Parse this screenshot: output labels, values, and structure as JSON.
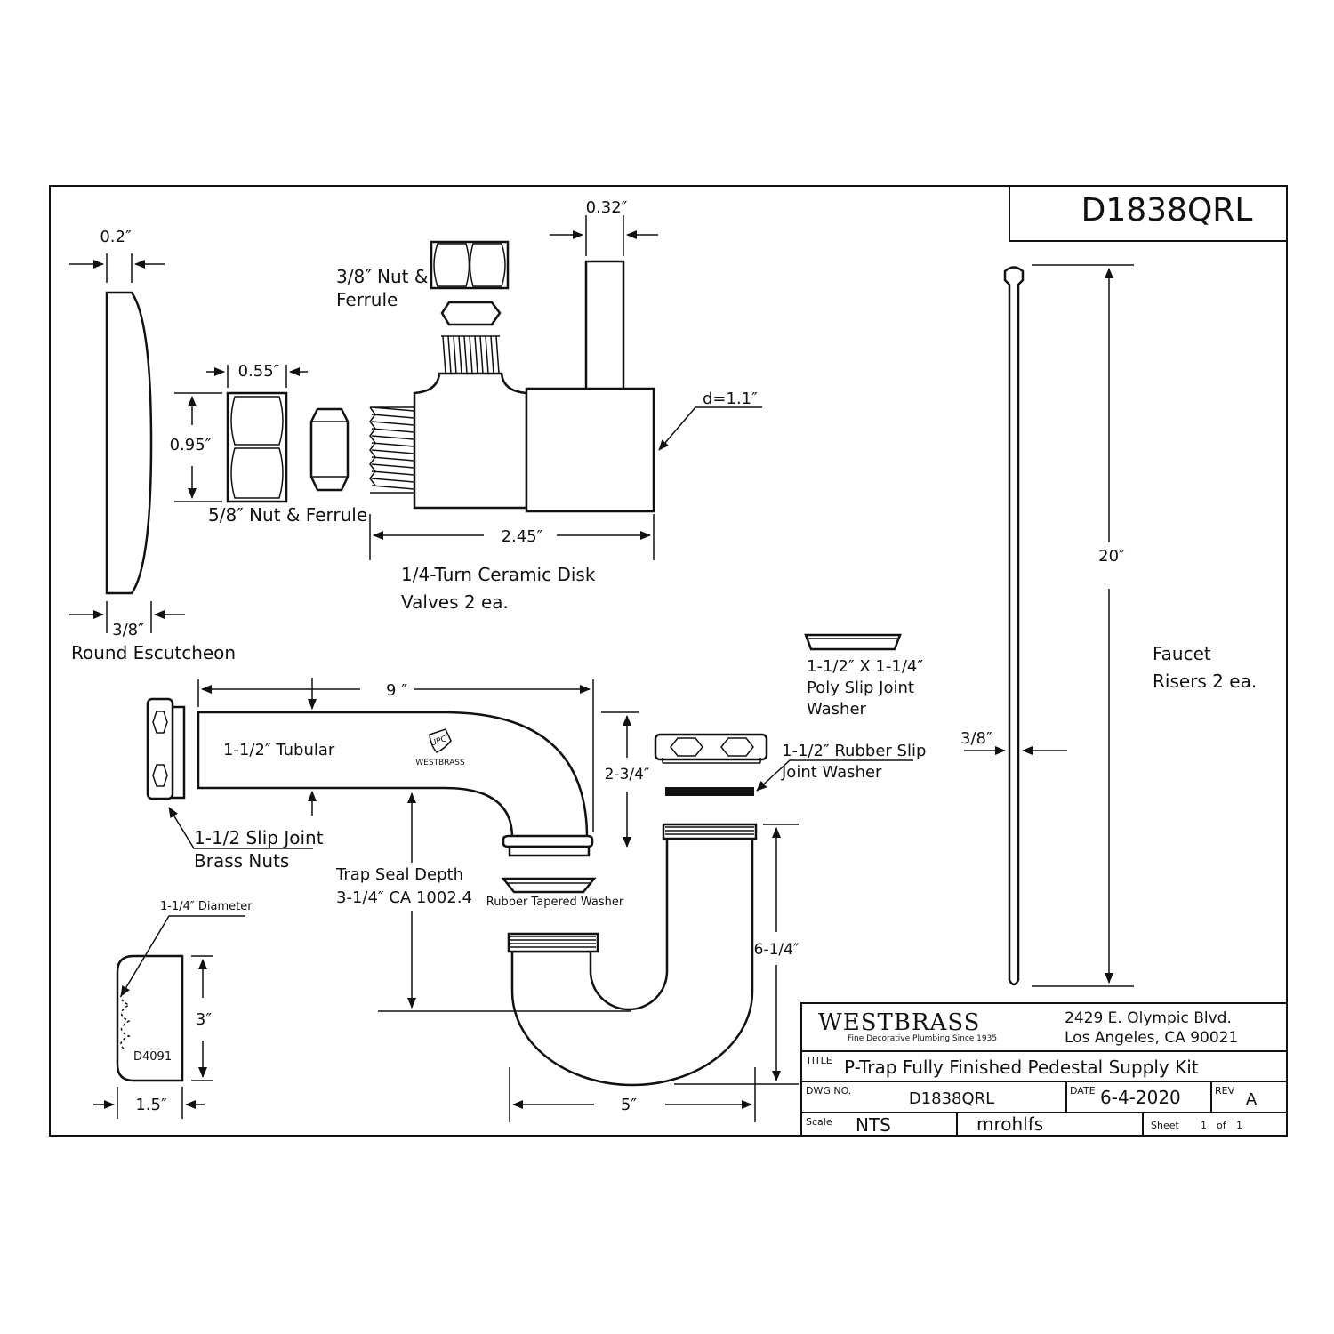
{
  "drawing_code": "D1838QRL",
  "parts": {
    "escutcheon": {
      "name": "Round Escutcheon",
      "thickness": "0.2″",
      "depth": "3/8″"
    },
    "nut_ferrule_large": {
      "name": "5/8″ Nut & Ferrule",
      "width": "0.55″",
      "height": "0.95″"
    },
    "nut_ferrule_small": {
      "name_line1": "3/8″ Nut &",
      "name_line2": "Ferrule"
    },
    "valve": {
      "name_line1": "1/4-Turn Ceramic Disk",
      "name_line2": "Valves 2 ea.",
      "length": "2.45″",
      "stem": "0.32″",
      "diameter": "d=1.1″"
    },
    "riser": {
      "name_line1": "Faucet",
      "name_line2": "Risers 2 ea.",
      "length": "20″",
      "diameter": "3/8″"
    },
    "tubular": {
      "label": "1-1/2″ Tubular",
      "length": "9 ″",
      "drop": "2-3/4″",
      "logo_text": "WESTBRASS",
      "cert_mark": "UPC"
    },
    "slip_nuts": {
      "name_line1": "1-1/2 Slip Joint",
      "name_line2": "Brass Nuts"
    },
    "poly_washer": {
      "line1": "1-1/2″ X 1-1/4″",
      "line2": "Poly Slip Joint",
      "line3": "Washer"
    },
    "rubber_slip_washer": {
      "line1": "1-1/2″ Rubber Slip",
      "line2": "Joint Washer"
    },
    "tapered_washer": {
      "name": "Rubber Tapered Washer"
    },
    "trap": {
      "seal_line1": "Trap Seal Depth",
      "seal_line2": "3-1/4″  CA 1002.4",
      "height": "6-1/4″",
      "width": "5″"
    },
    "cleanout": {
      "diameter": "1-1/4″ Diameter",
      "height": "3″",
      "width": "1.5″",
      "code": "D4091"
    }
  },
  "title_block": {
    "company": "WESTBRASS",
    "tagline": "Fine Decorative Plumbing Since 1935",
    "address_line1": "2429 E. Olympic Blvd.",
    "address_line2": "Los Angeles, CA 90021",
    "title_label": "TITLE",
    "title": "P-Trap Fully Finished Pedestal Supply Kit",
    "dwg_label": "DWG NO.",
    "dwg_no": "D1838QRL",
    "date_label": "DATE",
    "date": "6-4-2020",
    "rev_label": "REV",
    "rev": "A",
    "scale_label": "Scale",
    "scale": "NTS",
    "drawn_by": "mrohlfs",
    "sheet_label": "Sheet",
    "sheet_no": "1",
    "of_label": "of",
    "sheet_total": "1"
  }
}
